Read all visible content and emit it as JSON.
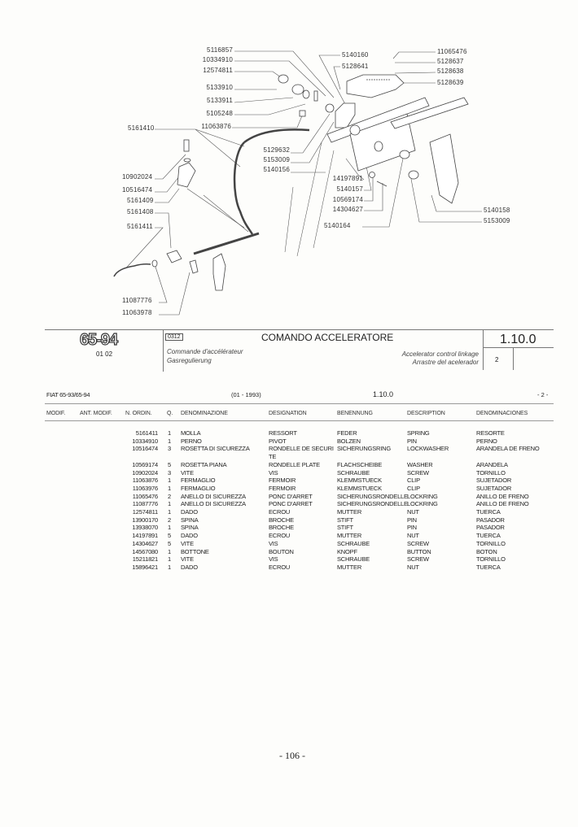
{
  "diagram": {
    "labels_left": [
      "5116857",
      "10334910",
      "12574811",
      "5133910",
      "5133911",
      "5105248",
      "11063876",
      "5161410",
      "5129632",
      "5153009",
      "5140156",
      "10902024",
      "10516474",
      "5161409",
      "5161408",
      "5161411",
      "11087776",
      "11063978"
    ],
    "labels_right": [
      "5140160",
      "5128641",
      "11065476",
      "5128637",
      "5128638",
      "5128639",
      "14197891",
      "5140157",
      "10569174",
      "14304627",
      "5140164",
      "5140158",
      "5153009"
    ]
  },
  "title_block": {
    "model_logo": "65-94",
    "date_code": "01 02",
    "group_code": "0312",
    "title": "COMANDO ACCELERATORE",
    "subtitle_fr": "Commande d'accélérateur",
    "subtitle_de": "Gasregulierung",
    "subtitle_en": "Accelerator control linkage",
    "subtitle_es": "Arrastre del acelerador",
    "section": "1.10.0",
    "sheet": "2"
  },
  "table_header": {
    "model": "FIAT 65-93/65-94",
    "date": "(01 - 1993)",
    "section": "1.10.0",
    "page": "- 2 -",
    "columns": [
      "MODIF.",
      "ANT. MODIF.",
      "N. ORDIN.",
      "Q.",
      "DENOMINAZIONE",
      "DESIGNATION",
      "BENENNUNG",
      "DESCRIPTION",
      "DENOMINACIONES"
    ]
  },
  "rows": [
    {
      "no": "5161411",
      "q": "1",
      "it": "MOLLA",
      "fr": "RESSORT",
      "de": "FEDER",
      "en": "SPRING",
      "es": "RESORTE"
    },
    {
      "no": "10334910",
      "q": "1",
      "it": "PERNO",
      "fr": "PIVOT",
      "de": "BOLZEN",
      "en": "PIN",
      "es": "PERNO"
    },
    {
      "no": "10516474",
      "q": "3",
      "it": "ROSETTA DI SICUREZZA",
      "fr": "RONDELLE DE SECURI",
      "fr2": "TE",
      "de": "SICHERUNGSRING",
      "en": "LOCKWASHER",
      "es": "ARANDELA DE FRENO"
    },
    {
      "no": "10569174",
      "q": "5",
      "it": "ROSETTA PIANA",
      "fr": "RONDELLE PLATE",
      "de": "FLACHSCHEIBE",
      "en": "WASHER",
      "es": "ARANDELA"
    },
    {
      "no": "10902024",
      "q": "3",
      "it": "VITE",
      "fr": "VIS",
      "de": "SCHRAUBE",
      "en": "SCREW",
      "es": "TORNILLO"
    },
    {
      "no": "11063876",
      "q": "1",
      "it": "FERMAGLIO",
      "fr": "FERMOIR",
      "de": "KLEMMSTUECK",
      "en": "CLIP",
      "es": "SUJETADOR"
    },
    {
      "no": "11063976",
      "q": "1",
      "it": "FERMAGLIO",
      "fr": "FERMOIR",
      "de": "KLEMMSTUECK",
      "en": "CLIP",
      "es": "SUJETADOR"
    },
    {
      "no": "11065476",
      "q": "2",
      "it": "ANELLO DI SICUREZZA",
      "fr": "PONC D'ARRET",
      "de": "SICHERUNGSRONDELLE",
      "en": "LOCKRING",
      "es": "ANILLO DE FRENO"
    },
    {
      "no": "11087776",
      "q": "1",
      "it": "ANELLO DI SICUREZZA",
      "fr": "PONC D'ARRET",
      "de": "SICHERUNGSRONDELLE",
      "en": "LOCKRING",
      "es": "ANILLO DE FRENO"
    },
    {
      "no": "12574811",
      "q": "1",
      "it": "DADO",
      "fr": "ECROU",
      "de": "MUTTER",
      "en": "NUT",
      "es": "TUERCA"
    },
    {
      "no": "13900170",
      "q": "2",
      "it": "SPINA",
      "fr": "BROCHE",
      "de": "STIFT",
      "en": "PIN",
      "es": "PASADOR"
    },
    {
      "no": "13938070",
      "q": "1",
      "it": "SPINA",
      "fr": "BROCHE",
      "de": "STIFT",
      "en": "PIN",
      "es": "PASADOR"
    },
    {
      "no": "14197891",
      "q": "5",
      "it": "DADO",
      "fr": "ECROU",
      "de": "MUTTER",
      "en": "NUT",
      "es": "TUERCA"
    },
    {
      "no": "14304627",
      "q": "5",
      "it": "VITE",
      "fr": "VIS",
      "de": "SCHRAUBE",
      "en": "SCREW",
      "es": "TORNILLO"
    },
    {
      "no": "14567080",
      "q": "1",
      "it": "BOTTONE",
      "fr": "BOUTON",
      "de": "KNOPF",
      "en": "BUTTON",
      "es": "BOTON"
    },
    {
      "no": "15211821",
      "q": "1",
      "it": "VITE",
      "fr": "VIS",
      "de": "SCHRAUBE",
      "en": "SCREW",
      "es": "TORNILLO"
    },
    {
      "no": "15896421",
      "q": "1",
      "it": "DADO",
      "fr": "ECROU",
      "de": "MUTTER",
      "en": "NUT",
      "es": "TUERCA"
    }
  ],
  "footer": {
    "page_number": "- 106 -"
  }
}
